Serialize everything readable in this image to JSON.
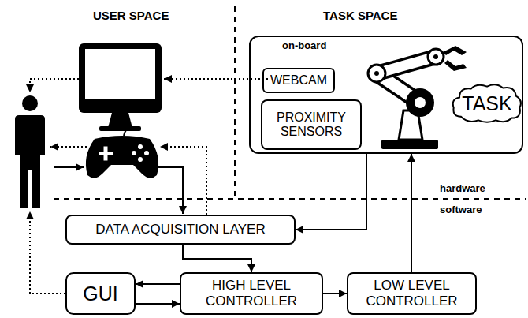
{
  "diagram": {
    "nodes": [
      {
        "text": [
          "on-board"
        ]
      },
      {
        "text": [
          "WEBCAM"
        ],
        "in": 0
      },
      {
        "text": [
          "PROXIMITY SENSORS"
        ],
        "in": 0
      },
      {
        "text": [
          "TASK"
        ],
        "in": 0
      },
      {
        "text": [
          "DATA ACQUISITION LAYER"
        ]
      },
      {
        "text": [
          "GUI"
        ]
      },
      {
        "text": [
          "HIGH LEVEL CONTROLLER"
        ]
      },
      {
        "text": [
          "LOW LEVEL CONTROLLER"
        ]
      }
    ],
    "edges": [
      {
        "from": 0,
        "to": 4,
        "arrow": "to"
      },
      {
        "from": 4,
        "to": 6,
        "arrow": "to"
      },
      {
        "from": 6,
        "to": 5,
        "arrow": "to"
      },
      {
        "from": 5,
        "to": 6,
        "arrow": "to"
      },
      {
        "from": 6,
        "to": 7,
        "arrow": "to"
      },
      {
        "from": 7,
        "to": 0,
        "arrow": "to"
      }
    ],
    "labels": [
      "USER SPACE",
      "TASK SPACE",
      "hardware",
      "software"
    ]
  }
}
